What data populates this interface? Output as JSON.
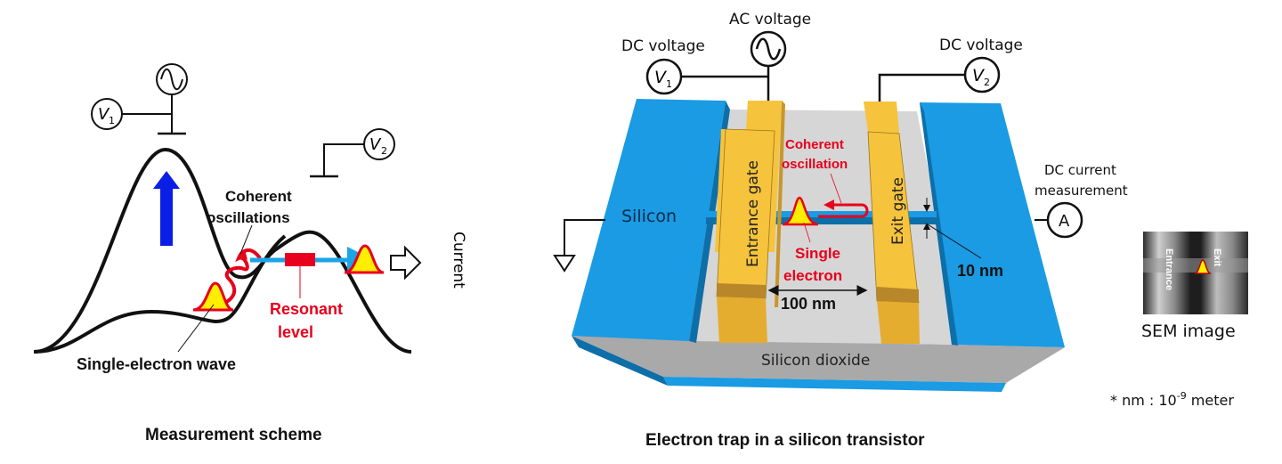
{
  "colors": {
    "silicon_blue": "#1a9be3",
    "silicon_blue_dark": "#0e6fa8",
    "gate_gold": "#f6c33c",
    "gate_gold_dark": "#c9962a",
    "oxide_gray": "#d6d6d6",
    "oxide_side": "#a9a9a9",
    "accent_red": "#e8001c",
    "arrow_blue": "#0a1ee6",
    "arrow_cyan": "#1aa5e6",
    "wave_fill": "#ffee00"
  },
  "left_panel": {
    "caption": "Measurement scheme",
    "v1_symbol": "V",
    "v1_sub": "1",
    "v2_symbol": "V",
    "v2_sub": "2",
    "coherent_label_line1": "Coherent",
    "coherent_label_line2": "oscillations",
    "resonant_label_line1": "Resonant",
    "resonant_label_line2": "level",
    "wave_label": "Single-electron wave",
    "current_label": "Current"
  },
  "right_panel": {
    "caption": "Electron trap in a silicon transistor",
    "ac_voltage_label": "AC voltage",
    "dc_voltage_left_label": "DC voltage",
    "dc_voltage_right_label": "DC voltage",
    "v1_symbol": "V",
    "v1_sub": "1",
    "v2_symbol": "V",
    "v2_sub": "2",
    "silicon_label": "Silicon",
    "entrance_gate_label": "Entrance gate",
    "exit_gate_label": "Exit gate",
    "coherent_label_line1": "Coherent",
    "coherent_label_line2": "oscillation",
    "single_electron_line1": "Single",
    "single_electron_line2": "electron",
    "gate_spacing_label": "100 nm",
    "wire_width_label": "10 nm",
    "oxide_label": "Silicon dioxide",
    "dc_current_line1": "DC current",
    "dc_current_line2": "measurement",
    "ammeter_symbol": "A"
  },
  "sem": {
    "caption": "SEM image",
    "entrance_label": "Entrance",
    "exit_label": "Exit"
  },
  "footnote": {
    "prefix": "* nm : 10",
    "exponent": "-9",
    "suffix": " meter"
  }
}
